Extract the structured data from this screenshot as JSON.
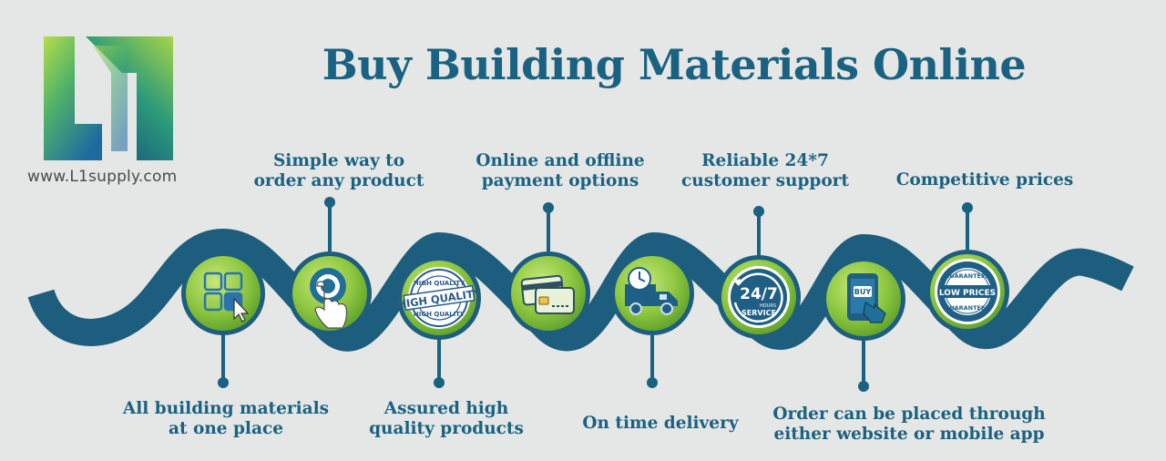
{
  "header": {
    "title": "Buy Building Materials Online",
    "website": "www.L1supply.com"
  },
  "features": [
    {
      "lines": [
        "All building materials",
        "at one place"
      ],
      "icon": "grid-cursor-icon"
    },
    {
      "lines": [
        "Simple way to",
        "order any product"
      ],
      "icon": "touch-hand-icon"
    },
    {
      "lines": [
        "Assured high",
        "quality products"
      ],
      "icon": "high-quality-stamp-icon",
      "badge": [
        "HIGH QUALITY",
        "HIGH QUALITY",
        "HIGH QUALITY"
      ]
    },
    {
      "lines": [
        "Online and offline",
        "payment options"
      ],
      "icon": "credit-card-icon"
    },
    {
      "lines": [
        "On time delivery"
      ],
      "icon": "delivery-truck-icon"
    },
    {
      "lines": [
        "Reliable 24*7",
        "customer support"
      ],
      "icon": "support-24-7-icon",
      "badge": [
        "24/7",
        "HOURS",
        "SERVICE"
      ]
    },
    {
      "lines": [
        "Order can be placed through",
        "either website or mobile app"
      ],
      "icon": "mobile-buy-icon",
      "badge": [
        "BUY"
      ]
    },
    {
      "lines": [
        "Competitive prices"
      ],
      "icon": "low-prices-seal-icon",
      "badge": [
        "GUARANTEED",
        "LOW PRICES",
        "GUARANTEED"
      ]
    }
  ],
  "colors": {
    "brand_blue": "#1a6281",
    "wave": "#1d5d7d",
    "circle_green": "#8cc63f",
    "background": "#e5e6e6"
  }
}
